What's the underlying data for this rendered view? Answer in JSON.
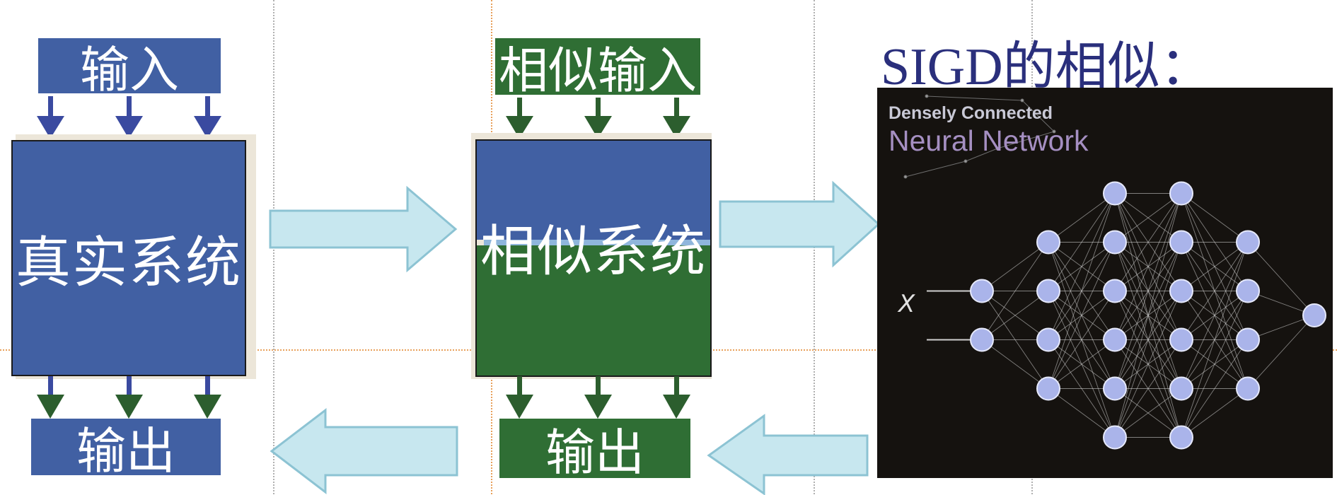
{
  "real_system": {
    "input_label": "输入",
    "system_label": "真实系统",
    "output_label": "输出"
  },
  "similar_system": {
    "input_label": "相似输入",
    "system_label": "相似系统",
    "output_label": "输出"
  },
  "panel": {
    "title": "SIGD的相似：",
    "nn_caption_small": "Densely Connected",
    "nn_caption_large": "Neural Network",
    "nn_input_symbol": "X"
  },
  "colors": {
    "blue": "#4160a3",
    "green": "#2f6e34",
    "arrow_fill": "#c7e7ef",
    "arrow_blue": "#3a4aa0",
    "arrow_green": "#2c5e2e"
  },
  "network": {
    "layer_sizes": [
      2,
      4,
      6,
      6,
      4,
      1
    ]
  }
}
